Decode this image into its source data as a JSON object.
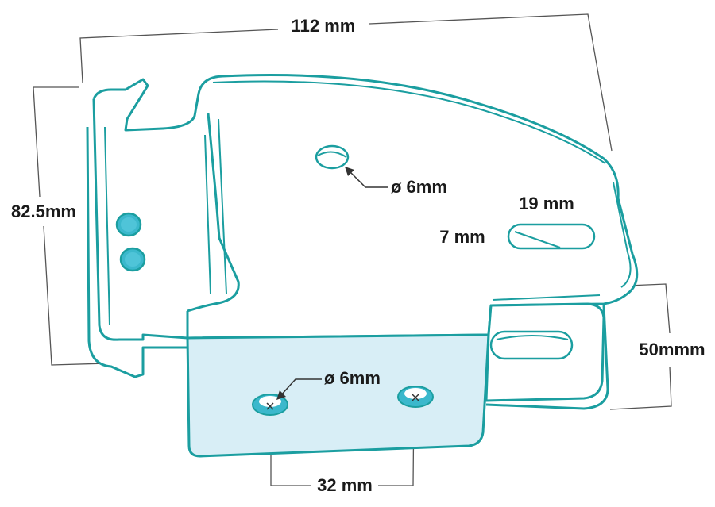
{
  "dimensions": {
    "width_overall": "112 mm",
    "height_overall": "82.5mm",
    "height_base": "50mmm",
    "hole_top": "ø 6mm",
    "slot_length": "19 mm",
    "slot_width": "7 mm",
    "hole_bottom": "ø 6mm",
    "hole_spacing": "32 mm"
  },
  "colors": {
    "outline": "#1b9ea0",
    "fill": "#ffffff",
    "tint": "#d8eef6",
    "hole_fill": "#3bb8cc",
    "dimension_line": "#555555"
  }
}
